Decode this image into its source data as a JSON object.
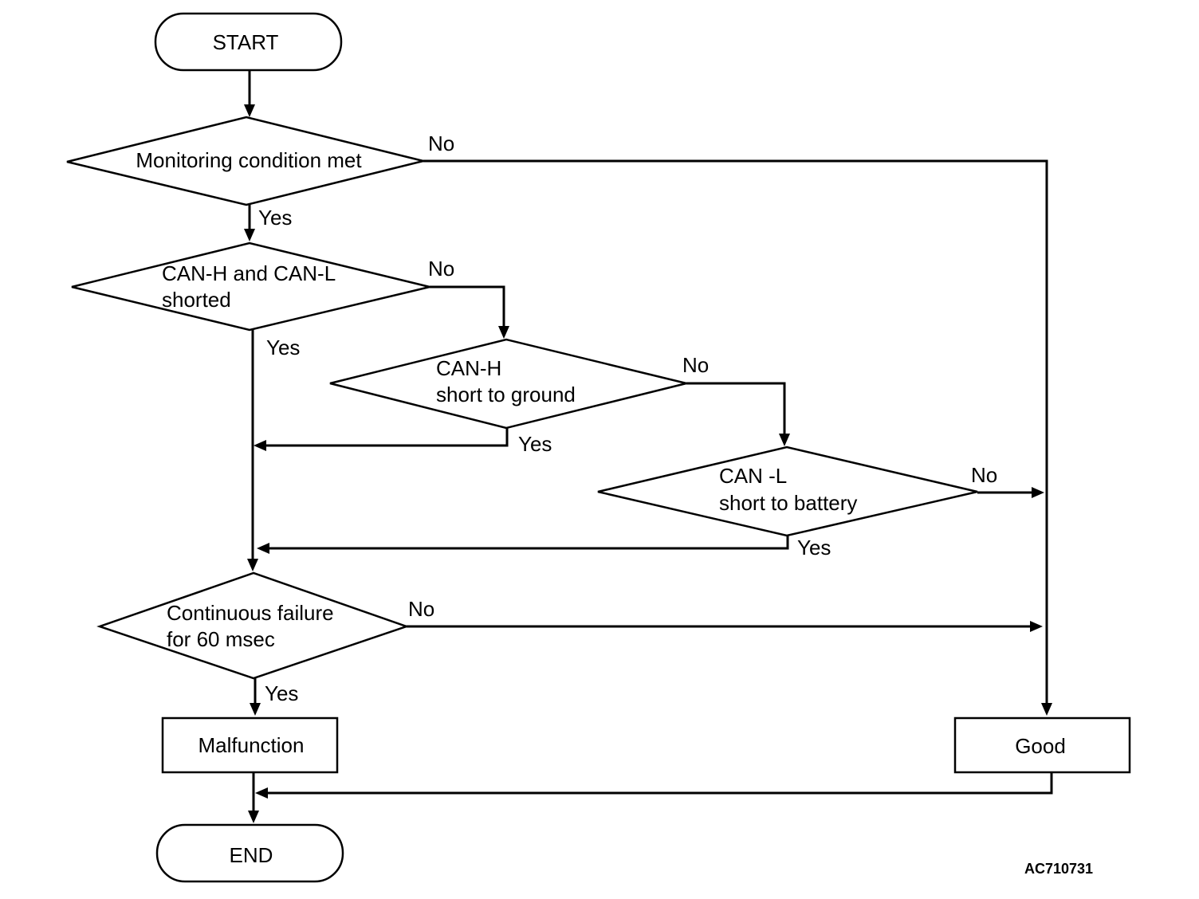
{
  "nodes": {
    "start": "START",
    "monitoring": "Monitoring condition met",
    "can_shorted": [
      "CAN-H and CAN-L",
      "shorted"
    ],
    "can_h_ground": [
      "CAN-H",
      "short to ground"
    ],
    "can_l_battery": [
      "CAN -L",
      "short to battery"
    ],
    "continuous": [
      "Continuous failure",
      "for 60 msec"
    ],
    "malfunction": "Malfunction",
    "good": "Good",
    "end": "END"
  },
  "edges": {
    "yes": "Yes",
    "no": "No"
  },
  "figure_code": "AC710731"
}
